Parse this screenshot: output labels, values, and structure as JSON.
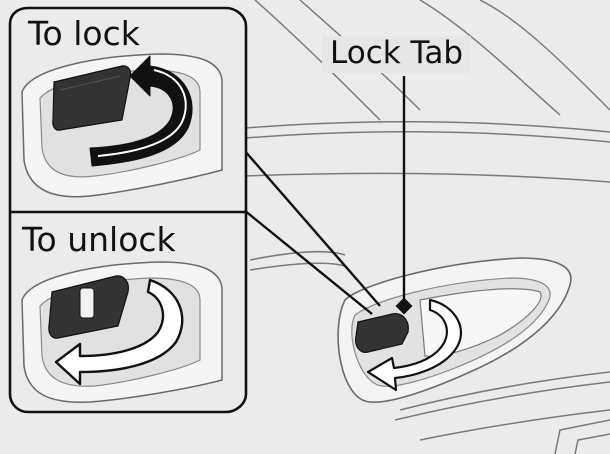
{
  "labels": {
    "to_lock": "To lock",
    "to_unlock": "To unlock",
    "lock_tab": "Lock Tab"
  },
  "colors": {
    "background": "#ebebeb",
    "line": "#111111",
    "tab_dark": "#333333",
    "arrow_fill": "#ffffff"
  }
}
